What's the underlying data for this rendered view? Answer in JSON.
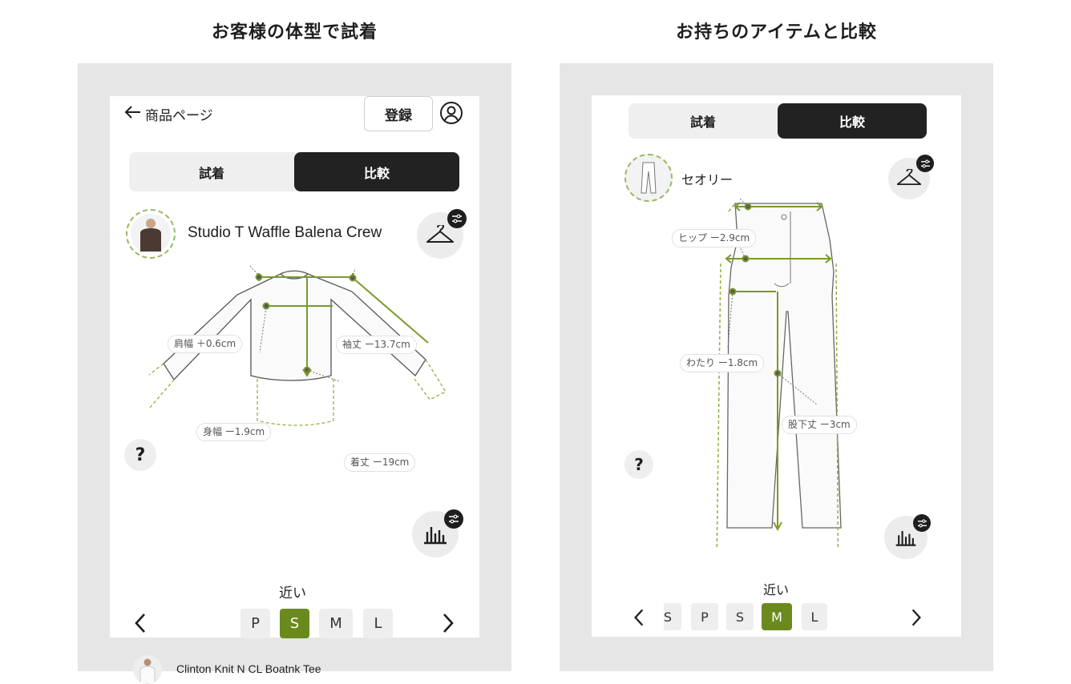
{
  "left_heading": "お客様の体型で試着",
  "right_heading": "お持ちのアイテムと比較",
  "colors": {
    "accent": "#6b8a1e",
    "dark": "#222222",
    "frame": "#e6e6e6"
  },
  "left": {
    "back_label": "商品ページ",
    "register_label": "登録",
    "tabs": [
      "試着",
      "比較"
    ],
    "active_tab": "比較",
    "product_name": "Studio T Waffle Balena Crew",
    "measurements": {
      "shoulder": "肩幅 ＋0.6cm",
      "sleeve": "袖丈 ー13.7cm",
      "chest": "身幅 ー1.9cm",
      "length": "着丈 ー19cm"
    },
    "help_label": "?",
    "fit_label": "近い",
    "sizes": [
      "P",
      "S",
      "M",
      "L"
    ],
    "selected_size": "S",
    "compare_item": "Clinton Knit N CL Boatnk Tee"
  },
  "right": {
    "tabs": [
      "試着",
      "比較"
    ],
    "active_tab": "比較",
    "brand_name": "セオリー",
    "measurements": {
      "hip": "ヒップ ー2.9cm",
      "thigh": "わたり ー1.8cm",
      "inseam": "股下丈 ー3cm"
    },
    "help_label": "?",
    "fit_label": "近い",
    "sizes": [
      "S",
      "P",
      "S",
      "M",
      "L"
    ],
    "selected_size": "M"
  }
}
